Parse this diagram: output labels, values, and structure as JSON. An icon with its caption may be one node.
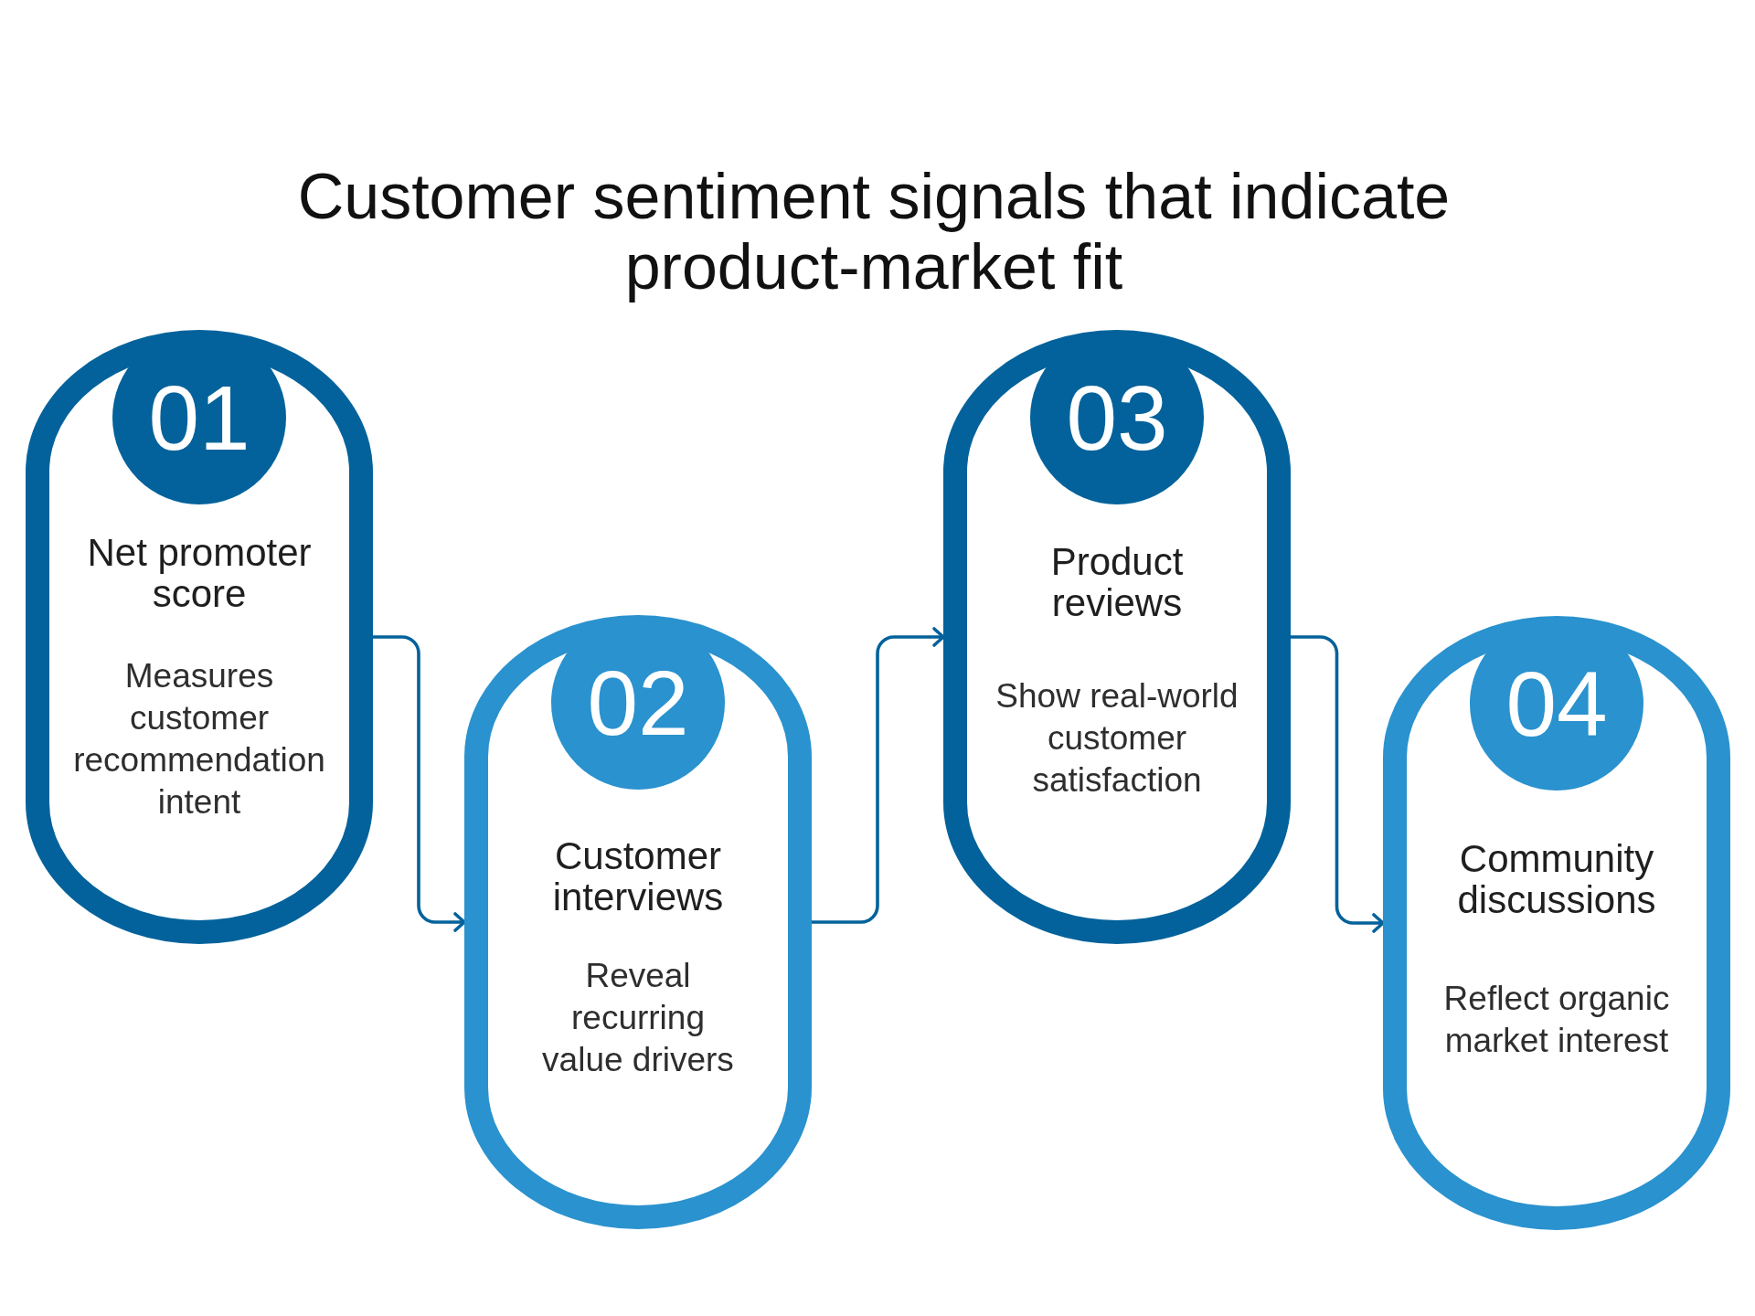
{
  "diagram": {
    "title": "Customer sentiment signals that indicate product-market fit",
    "nodes": [
      {
        "text": [
          "Net promoter score",
          "Measures customer recommendation intent"
        ]
      },
      {
        "text": [
          "01"
        ],
        "in": 0
      },
      {
        "text": [
          "Customer interviews",
          "Reveal recurring value drivers"
        ]
      },
      {
        "text": [
          "02"
        ],
        "in": 2
      },
      {
        "text": [
          "Product reviews",
          "Show real-world customer satisfaction"
        ]
      },
      {
        "text": [
          "03"
        ],
        "in": 4
      },
      {
        "text": [
          "Community discussions",
          "Reflect organic market interest"
        ]
      },
      {
        "text": [
          "04"
        ],
        "in": 6
      }
    ],
    "edges": [
      {
        "from": 0,
        "to": 2,
        "arrow": "to"
      },
      {
        "from": 2,
        "to": 4,
        "arrow": "to"
      },
      {
        "from": 4,
        "to": 6,
        "arrow": "to"
      }
    ]
  }
}
